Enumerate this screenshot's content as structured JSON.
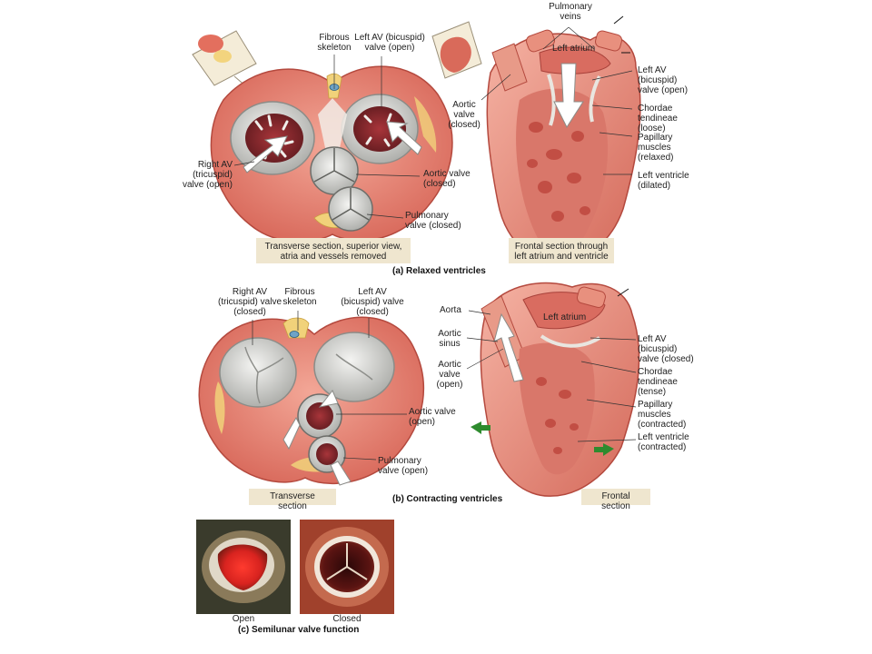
{
  "panel_a": {
    "title": "(a) Relaxed ventricles",
    "transverse_caption": "Transverse section, superior view,\natria and vessels removed",
    "frontal_caption": "Frontal section through\nleft atrium and ventricle",
    "labels": {
      "fibrous_skeleton": "Fibrous\nskeleton",
      "left_av_open": "Left AV (bicuspid)\nvalve (open)",
      "right_av_open": "Right AV\n(tricuspid)\nvalve (open)",
      "aortic_valve_closed": "Aortic valve\n(closed)",
      "pulmonary_valve_closed": "Pulmonary\nvalve (closed)",
      "pulmonary_veins": "Pulmonary\nveins",
      "left_atrium": "Left atrium",
      "aortic_valve_closed_frontal": "Aortic\nvalve\n(closed)",
      "left_av_open_frontal": "Left AV\n(bicuspid)\nvalve (open)",
      "chordae_loose": "Chordae\ntendineae\n(loose)",
      "papillary_relaxed": "Papillary\nmuscles\n(relaxed)",
      "left_ventricle_dilated": "Left ventricle\n(dilated)"
    }
  },
  "panel_b": {
    "title": "(b) Contracting ventricles",
    "transverse_caption": "Transverse section",
    "frontal_caption": "Frontal section",
    "labels": {
      "right_av_closed": "Right AV\n(tricuspid) valve\n(closed)",
      "fibrous_skeleton": "Fibrous\nskeleton",
      "left_av_closed": "Left AV\n(bicuspid) valve\n(closed)",
      "aortic_valve_open": "Aortic valve\n(open)",
      "pulmonary_valve_open": "Pulmonary\nvalve (open)",
      "aorta": "Aorta",
      "aortic_sinus": "Aortic\nsinus",
      "aortic_valve_open_frontal": "Aortic\nvalve\n(open)",
      "left_atrium": "Left atrium",
      "left_av_closed_frontal": "Left AV\n(bicuspid)\nvalve (closed)",
      "chordae_tense": "Chordae\ntendineae\n(tense)",
      "papillary_contracted": "Papillary\nmuscles\n(contracted)",
      "left_ventricle_contracted": "Left ventricle\n(contracted)"
    }
  },
  "panel_c": {
    "title": "(c) Semilunar valve function",
    "open_label": "Open",
    "closed_label": "Closed"
  },
  "colors": {
    "muscle": "#e88a7a",
    "muscle_dark": "#c9584a",
    "fat": "#f1d27a",
    "valve": "#d9d9d6",
    "caption_bg": "#efe6cf",
    "arrow_green": "#2e8b2e"
  }
}
